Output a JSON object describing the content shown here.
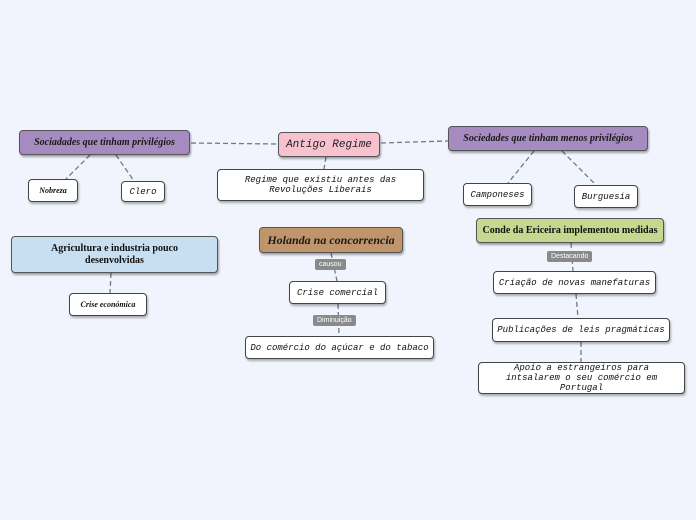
{
  "colors": {
    "purple": "#a68bc1",
    "pink": "#f7c1cf",
    "brown": "#c0956b",
    "blue": "#c7dff0",
    "green": "#c4d88f",
    "line": "#6c7a90"
  },
  "central": "Antigo Regime",
  "central_desc": "Regime que existiu antes das Revoluções Liberais",
  "privileged": {
    "title": "Sociadades que tinham privilégios",
    "items": [
      "Nobreza",
      "Clero"
    ]
  },
  "non_privileged": {
    "title": "Sociedades que tinham menos privilégios",
    "items": [
      "Camponeses",
      "Burguesia"
    ]
  },
  "agriculture": {
    "title": "Agricultura e industria pouco desenvolvidas",
    "item": "Crise económica"
  },
  "holanda": {
    "title": "Holanda na concorrencia",
    "tag1": "causou",
    "item1": "Crise comercial",
    "tag2": "Diminuição",
    "item2": "Do comércio do açúcar e do tabaco"
  },
  "ericeira": {
    "title": "Conde da Ericeira implementou medidas",
    "tag": "Destacando",
    "items": [
      "Criação de novas manefaturas",
      "Publicações de leis pragmáticas",
      "Apoio a estrangeiros para intsalarem o seu comércio em Portugal"
    ]
  }
}
